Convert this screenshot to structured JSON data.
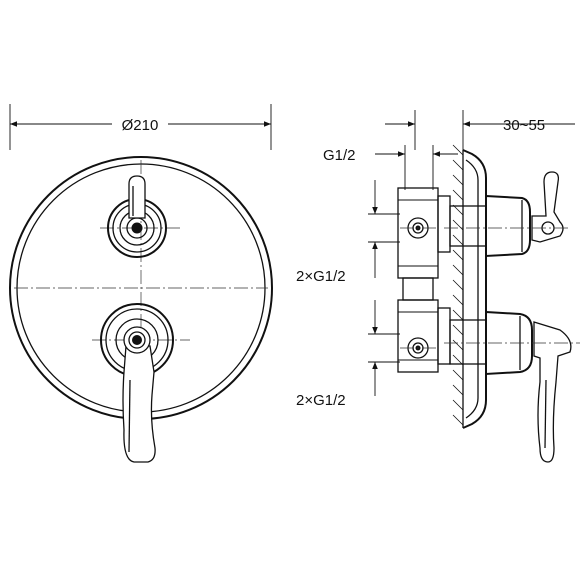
{
  "drawing": {
    "front_view": {
      "diameter_label": "Ø210"
    },
    "side_view": {
      "thread_label": "G1/2",
      "depth_label": "30~55",
      "upper_connection_label": "2×G1/2",
      "lower_connection_label": "2×G1/2"
    }
  }
}
